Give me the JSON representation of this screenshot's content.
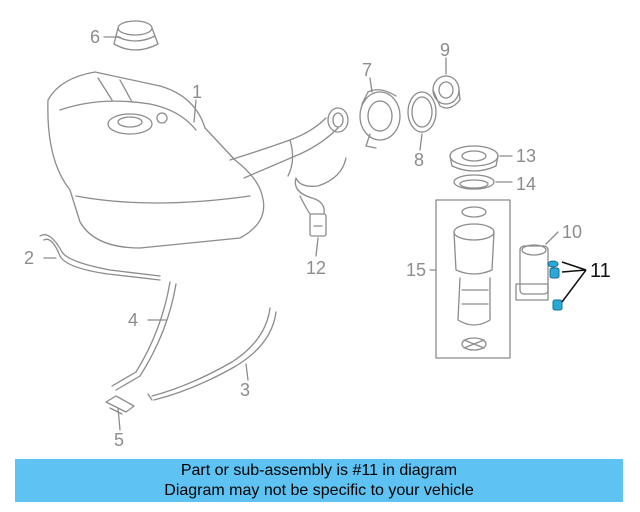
{
  "diagram": {
    "callouts": [
      "1",
      "2",
      "3",
      "4",
      "5",
      "6",
      "7",
      "8",
      "9",
      "10",
      "11",
      "12",
      "13",
      "14",
      "15"
    ],
    "highlight_callout": "11",
    "colors": {
      "line": "#8c8c8c",
      "highlight": "#2aa9d8",
      "banner": "#5ec3f2"
    }
  },
  "banner": {
    "line1": "Part or sub-assembly is #11 in diagram",
    "line2": "Diagram may not be specific to your vehicle"
  }
}
